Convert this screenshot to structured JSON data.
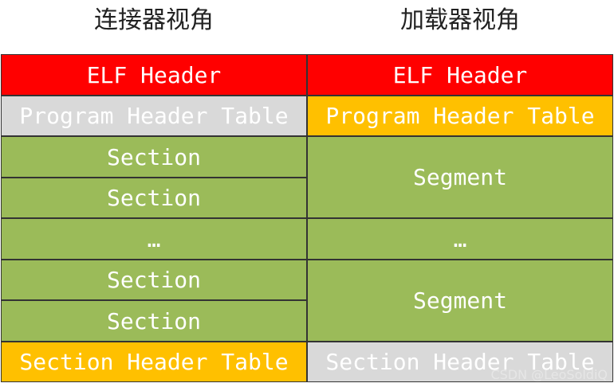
{
  "titles": {
    "linker": "连接器视角",
    "loader": "加载器视角"
  },
  "linker_view": [
    {
      "label": "ELF Header",
      "color": "#ff0000"
    },
    {
      "label": "Program Header Table",
      "color": "#d9d9d9"
    },
    {
      "label": "Section",
      "color": "#9bbb59"
    },
    {
      "label": "Section",
      "color": "#9bbb59"
    },
    {
      "label": "…",
      "color": "#9bbb59"
    },
    {
      "label": "Section",
      "color": "#9bbb59"
    },
    {
      "label": "Section",
      "color": "#9bbb59"
    },
    {
      "label": "Section Header Table",
      "color": "#ffc000"
    }
  ],
  "loader_view": [
    {
      "label": "ELF Header",
      "color": "#ff0000"
    },
    {
      "label": "Program Header Table",
      "color": "#ffc000"
    },
    {
      "label": "Segment",
      "color": "#9bbb59"
    },
    {
      "label": "…",
      "color": "#9bbb59"
    },
    {
      "label": "Segment",
      "color": "#9bbb59"
    },
    {
      "label": "Section Header Table",
      "color": "#d9d9d9"
    }
  ],
  "watermark": "CSDN @LeoSoldiQ"
}
